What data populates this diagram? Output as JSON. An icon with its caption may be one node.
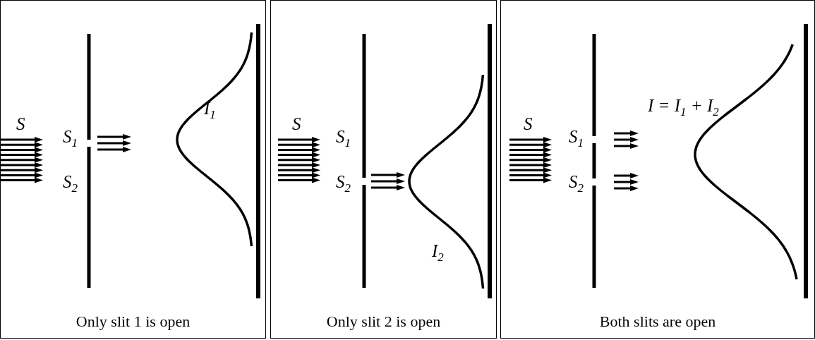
{
  "diagram": {
    "nodes": [
      {
        "text": [
          "Only slit 1 is open"
        ]
      },
      {
        "text": [
          "Only slit 2 is open"
        ]
      },
      {
        "text": [
          "Both slits are open"
        ]
      }
    ],
    "labels": [
      "S",
      "S$_{1}$",
      "S$_{2}$",
      "I$_{1}$",
      "S",
      "S$_{1}$",
      "S$_{2}$",
      "I$_{2}$",
      "S",
      "S$_{1}$",
      "S$_{2}$",
      "I = I$_{1}$ + I$_{2}$"
    ]
  }
}
